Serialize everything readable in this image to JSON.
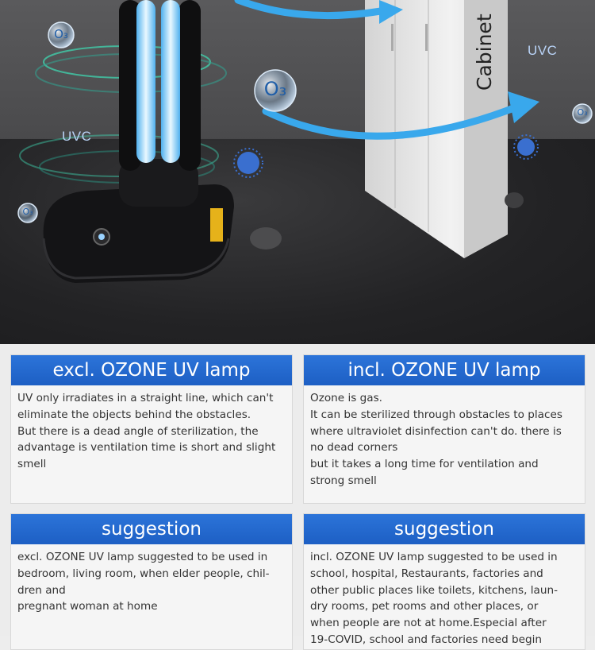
{
  "hero": {
    "cabinet_label": "Cabinet",
    "uvc_left": "UVC",
    "uvc_right": "UVC",
    "ozone_symbol": "O₃",
    "colors": {
      "arrow": "#39a8ec",
      "lamp_glow": "#8fd2ff",
      "virus": "#3a6fcf"
    }
  },
  "cards": [
    {
      "title": "excl. OZONE UV lamp",
      "body": "UV only irradiates in a straight line, which can't\neliminate the objects behind the obstacles.\nBut there is a dead angle of sterilization, the\nadvantage is ventilation time is short and slight\nsmell"
    },
    {
      "title": "incl. OZONE UV lamp",
      "body": "Ozone is gas.\nIt can be sterilized through obstacles to places\nwhere ultraviolet disinfection can't do. there is\nno dead corners\nbut it takes a long time for ventilation  and\nstrong smell"
    },
    {
      "title": "suggestion",
      "body": "excl. OZONE UV lamp suggested to be used in\nbedroom, living room, when elder people, chil-\ndren and\npregnant woman at home"
    },
    {
      "title": "suggestion",
      "body": "incl. OZONE UV lamp suggested to be used in\nschool, hospital, Restaurants, factories and\nother public places like toilets, kitchens, laun-\ndry rooms, pet rooms and other places, or\nwhen people are not at home.Especial after\n19-COVID, school and factories need begin"
    }
  ]
}
